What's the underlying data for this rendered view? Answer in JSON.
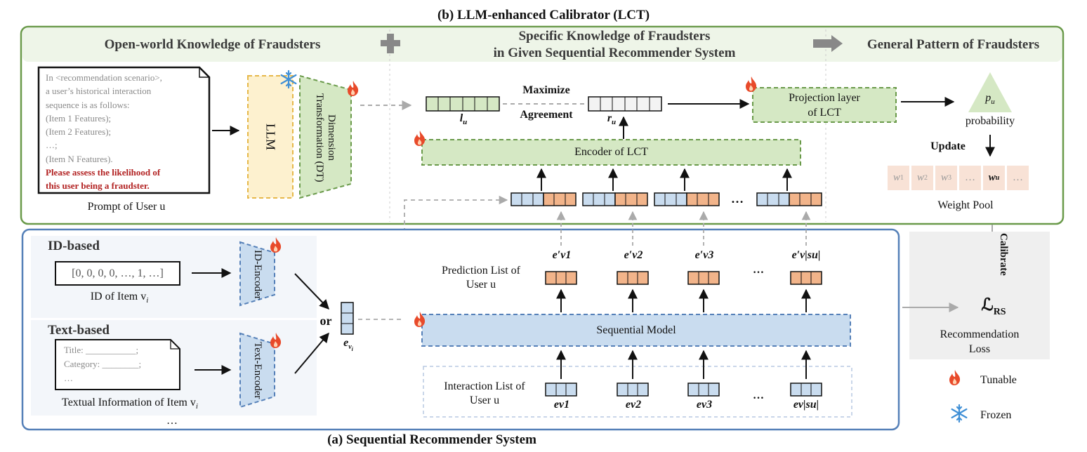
{
  "titles": {
    "lct": "(b) LLM-enhanced Calibrator (LCT)",
    "srs": "(a) Sequential Recommender System"
  },
  "headers": {
    "open_world": "Open-world Knowledge of Fraudsters",
    "specific_line1": "Specific Knowledge of Fraudsters",
    "specific_line2": "in Given Sequential Recommender System",
    "general": "General Pattern of Fraudsters"
  },
  "prompt": {
    "lines": [
      "In <recommendation scenario>,",
      "a user’s historical interaction",
      "sequence is as follows:",
      "(Item 1 Features);",
      "(Item 2 Features);",
      "…;",
      "(Item N Features)."
    ],
    "warning_line1": "Please assess the likelihood of",
    "warning_line2": "this user being a fraudster.",
    "caption": "Prompt of User u"
  },
  "llm": {
    "label": "LLM",
    "dt_label": "Dimension Transformation (DT)"
  },
  "agreement": {
    "maximize": "Maximize",
    "agreement": "Agreement",
    "l_u": "l",
    "l_sub": "u",
    "r_u": "r",
    "r_sub": "u"
  },
  "lct": {
    "encoder": "Encoder of LCT",
    "projection_line1": "Projection layer",
    "projection_line2": "of LCT",
    "p_u": "p",
    "p_sub": "u",
    "probability": "probability",
    "update": "Update",
    "weight_pool_caption": "Weight Pool",
    "weights": [
      {
        "main": "w",
        "sub": "1"
      },
      {
        "main": "w",
        "sub": "2"
      },
      {
        "main": "w",
        "sub": "3"
      },
      {
        "main": "…",
        "sub": ""
      },
      {
        "main": "w",
        "sub": "u"
      },
      {
        "main": "…",
        "sub": ""
      }
    ],
    "dots": "…"
  },
  "calibrate": "Calibrate",
  "srs": {
    "id_based": "ID-based",
    "id_vector": "[0, 0, 0, 0, …, 1, …]",
    "id_caption": "ID of  Item v",
    "id_caption_sub": "i",
    "id_encoder": "ID-Encoder",
    "text_based": "Text-based",
    "text_fields": [
      "Title: ___________;",
      "Category: ________;",
      "…"
    ],
    "text_caption": "Textual Information of  Item v",
    "text_caption_sub": "i",
    "text_encoder": "Text-Encoder",
    "more_dots": "…",
    "or": "or",
    "e_vi": "e",
    "e_vi_sub": "v",
    "e_vi_subsub": "i",
    "prediction_list_line1": "Prediction List of",
    "prediction_list_line2": "User u",
    "prediction_items": [
      "e′v1",
      "e′v2",
      "e′v3",
      "e′v|su|"
    ],
    "sequential_model": "Sequential Model",
    "interaction_list_line1": "Interaction List of",
    "interaction_list_line2": "User u",
    "interaction_items": [
      "ev1",
      "ev2",
      "ev3",
      "ev|su|"
    ],
    "dots": "…"
  },
  "loss": {
    "symbol": "ℒ",
    "sub": "RS",
    "line1": "Recommendation",
    "line2": "Loss"
  },
  "legend": {
    "tunable": "Tunable",
    "frozen": "Frozen"
  },
  "colors": {
    "green_fill": "#d5e8c4",
    "green_border": "#6a9a4a",
    "blue_fill": "#c9dcef",
    "blue_border": "#5580b8",
    "orange_fill": "#f2b48a",
    "yellow_fill": "#fdf1cf",
    "yellow_border": "#e6b84a",
    "warn_red": "#b22222",
    "weight_fill": "#f8e2d6",
    "header_band": "#eef5e8",
    "srs_panel": "#eef3fa",
    "loss_panel": "#efefef",
    "flame": "#e84a2a",
    "snow": "#3f8fd6"
  }
}
